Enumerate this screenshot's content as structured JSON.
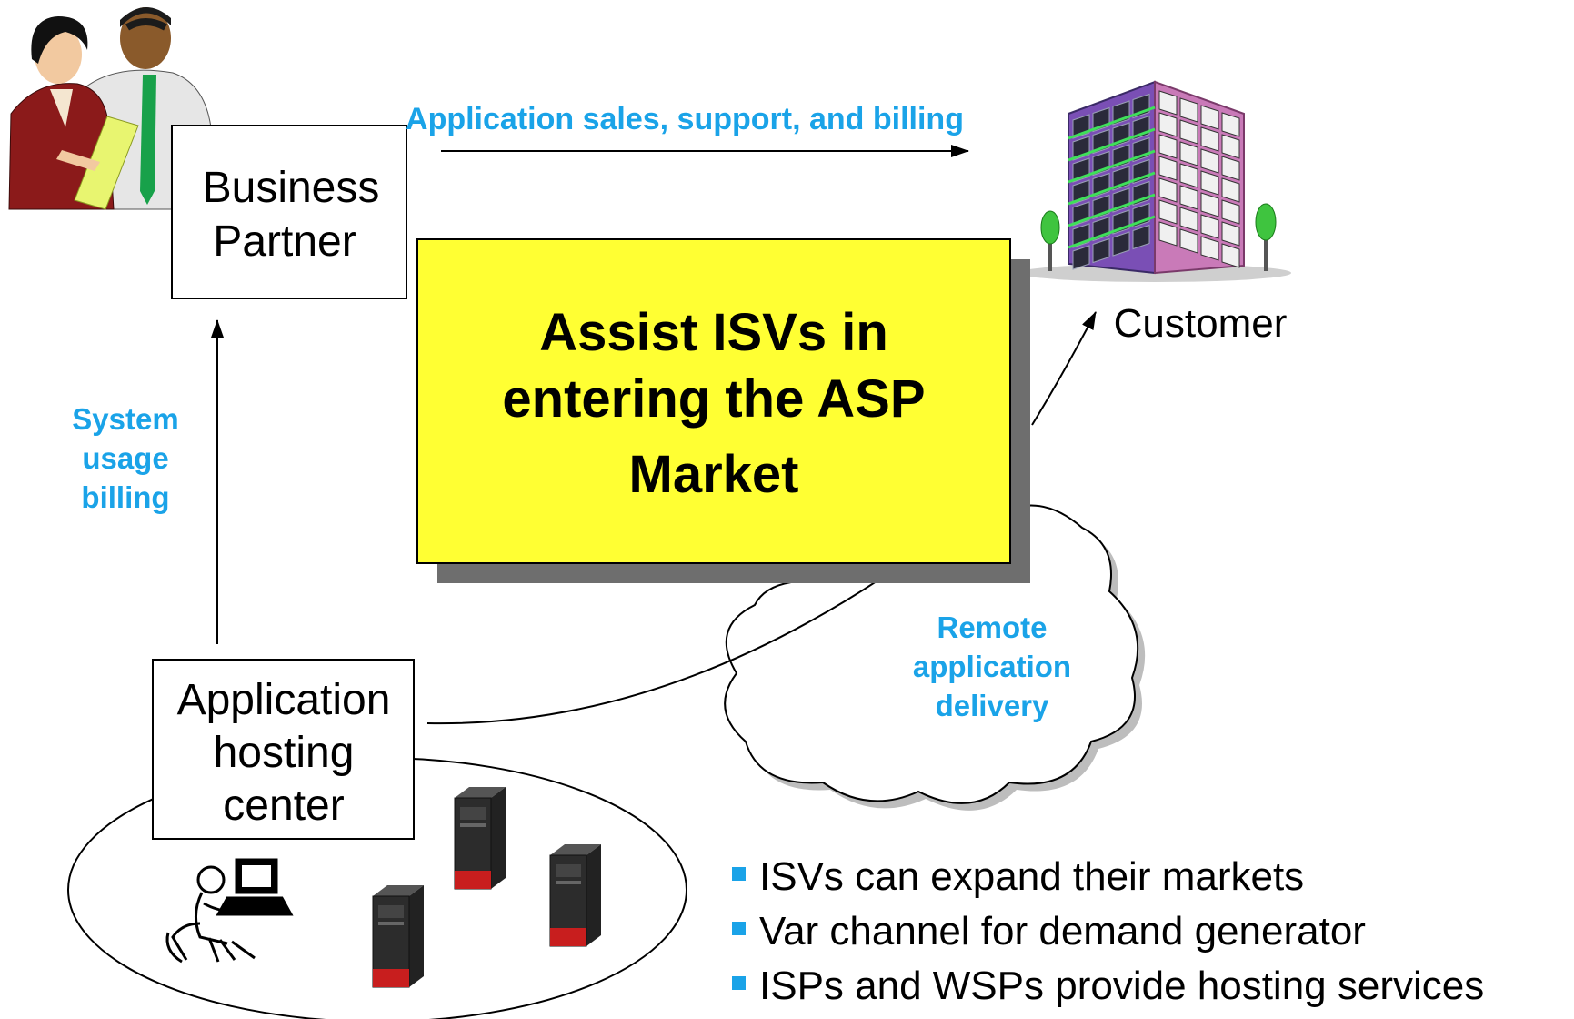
{
  "business_partner": {
    "line1": "Business",
    "line2": "Partner"
  },
  "hosting_center": {
    "line1": "Application",
    "line2": "hosting",
    "line3": "center"
  },
  "customer": {
    "label": "Customer"
  },
  "main_box": {
    "line1": "Assist ISVs in",
    "line2": "entering the ASP",
    "line3": "Market"
  },
  "arrows": {
    "sales_label": "Application sales, support, and billing",
    "usage_line1": "System",
    "usage_line2": "usage",
    "usage_line3": "billing"
  },
  "cloud": {
    "line1": "Remote",
    "line2": "application",
    "line3": "delivery"
  },
  "bullets": [
    "ISVs can expand their markets",
    "Var channel for demand generator",
    "ISPs and WSPs provide hosting services"
  ],
  "colors": {
    "main_box_fill": "#ffff33",
    "label_blue": "#1aa3e8",
    "bullet_marker": "#1aa3e8",
    "shadow": "#6e6e6e"
  },
  "icons": [
    "business-people-icon",
    "office-building-icon",
    "server-icon",
    "user-at-computer-icon",
    "cloud-icon"
  ]
}
